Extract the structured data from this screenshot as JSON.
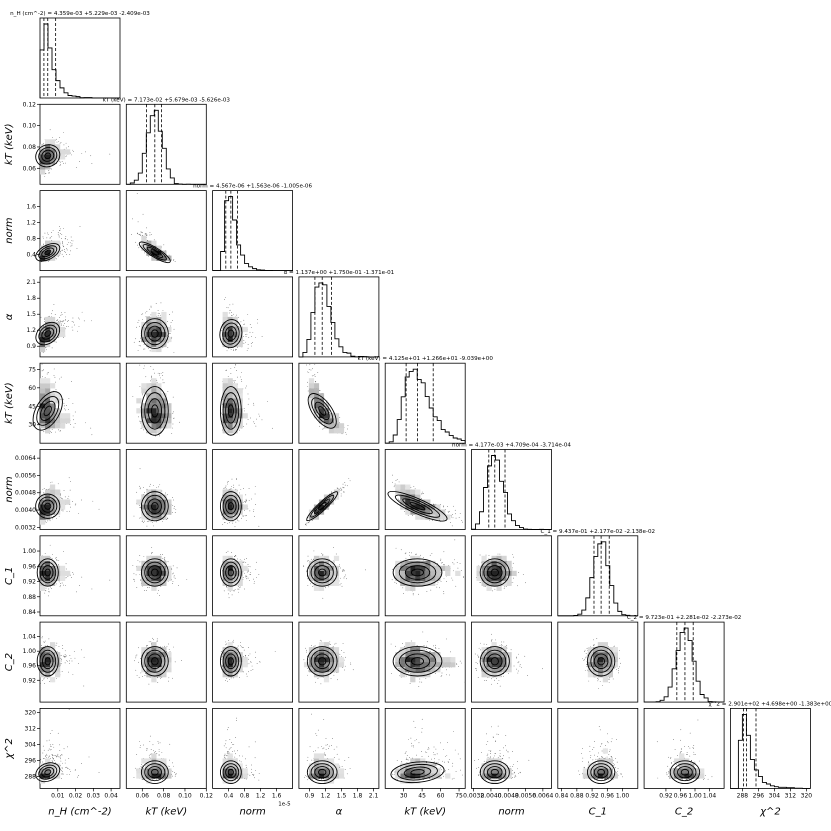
{
  "chart_data": {
    "type": "corner",
    "parameters": [
      {
        "key": "nH",
        "label": "n_H (cm^-2)",
        "lo": 0.0,
        "hi": 0.045,
        "ticks": [
          0.01,
          0.02,
          0.03,
          0.04
        ],
        "tick_labels": [
          "0.01",
          "0.02",
          "0.03",
          "0.04"
        ],
        "quantiles": [
          0.0022,
          0.004359,
          0.0088
        ],
        "median_title": "n_H (cm^-2) = 4.359e-03 +5.229e-03 -2.409e-03",
        "skew": 2.2
      },
      {
        "key": "kT1",
        "label": "kT (keV)",
        "lo": 0.045,
        "hi": 0.12,
        "ticks": [
          0.06,
          0.08,
          0.1,
          0.12
        ],
        "tick_labels": [
          "0.06",
          "0.08",
          "0.10",
          "0.12"
        ],
        "quantiles": [
          0.064,
          0.07173,
          0.078
        ],
        "median_title": "kT (keV) = 7.173e-02 +5.679e-03 -5.626e-03",
        "skew": 1.0
      },
      {
        "key": "norm1",
        "label": "norm",
        "lo": 0.0,
        "hi": 2.0,
        "ticks": [
          0.4,
          0.8,
          1.2,
          1.6
        ],
        "tick_labels": [
          "0.4",
          "0.8",
          "1.2",
          "1.6"
        ],
        "quantiles": [
          0.33,
          0.4567,
          0.62
        ],
        "median_title": "norm = 4.567e-06 +1.563e-06 -1.005e-06",
        "skew": 1.8,
        "exponent": "1e-5"
      },
      {
        "key": "alpha",
        "label": "α",
        "lo": 0.7,
        "hi": 2.2,
        "ticks": [
          0.9,
          1.2,
          1.5,
          1.8,
          2.1
        ],
        "tick_labels": [
          "0.9",
          "1.2",
          "1.5",
          "1.8",
          "2.1"
        ],
        "quantiles": [
          1.0,
          1.137,
          1.31
        ],
        "median_title": "α = 1.137e+00 +1.750e-01 -1.371e-01",
        "skew": 1.3
      },
      {
        "key": "kT2",
        "label": "kT (keV)",
        "lo": 15,
        "hi": 80,
        "ticks": [
          30,
          45,
          60,
          75
        ],
        "tick_labels": [
          "30",
          "45",
          "60",
          "75"
        ],
        "quantiles": [
          32,
          41.25,
          54
        ],
        "median_title": "kT (keV) = 4.125e+01 +1.266e+01 -9.039e+00",
        "skew": 1.6
      },
      {
        "key": "norm2",
        "label": "norm",
        "lo": 0.0031,
        "hi": 0.0068,
        "ticks": [
          0.0032,
          0.004,
          0.0048,
          0.0056,
          0.0064
        ],
        "tick_labels": [
          "0.0032",
          "0.0040",
          "0.0048",
          "0.0056",
          "0.0064"
        ],
        "quantiles": [
          0.0039,
          0.004177,
          0.00465
        ],
        "median_title": "norm = 4.177e-03 +4.709e-04 -3.714e-04",
        "skew": 1.2
      },
      {
        "key": "C1",
        "label": "C_1",
        "lo": 0.83,
        "hi": 1.04,
        "ticks": [
          0.84,
          0.88,
          0.92,
          0.96,
          1.0
        ],
        "tick_labels": [
          "0.84",
          "0.88",
          "0.92",
          "0.96",
          "1.00"
        ],
        "quantiles": [
          0.925,
          0.9437,
          0.965
        ],
        "median_title": "C_1 = 9.437e-01 +2.177e-02 -2.138e-02",
        "skew": 1.0
      },
      {
        "key": "C2",
        "label": "C_2",
        "lo": 0.86,
        "hi": 1.08,
        "ticks": [
          0.92,
          0.96,
          1.0,
          1.04
        ],
        "tick_labels": [
          "0.92",
          "0.96",
          "1.00",
          "1.04"
        ],
        "quantiles": [
          0.95,
          0.9723,
          0.995
        ],
        "median_title": "C_2 = 9.723e-01 +2.281e-02 -2.273e-02",
        "skew": 1.0
      },
      {
        "key": "chi2",
        "label": "χ^2",
        "lo": 282,
        "hi": 322,
        "ticks": [
          288,
          296,
          304,
          312,
          320
        ],
        "tick_labels": [
          "288",
          "296",
          "304",
          "312",
          "320"
        ],
        "quantiles": [
          288.5,
          290.1,
          294.8
        ],
        "median_title": "χ^2 = 2.901e+02 +4.698e+00 -1.383e+00",
        "skew": 2.5
      }
    ],
    "correlations": [
      [
        "nH",
        "kT1",
        0.35
      ],
      [
        "nH",
        "norm1",
        0.55
      ],
      [
        "nH",
        "alpha",
        0.6
      ],
      [
        "nH",
        "kT2",
        -0.25
      ],
      [
        "nH",
        "norm2",
        0.3
      ],
      [
        "nH",
        "chi2",
        0.4
      ],
      [
        "kT1",
        "norm1",
        -0.8
      ],
      [
        "norm1",
        "alpha",
        -0.1
      ],
      [
        "alpha",
        "kT2",
        -0.85
      ],
      [
        "alpha",
        "norm2",
        0.95
      ],
      [
        "kT2",
        "norm2",
        -0.75
      ],
      [
        "kT2",
        "chi2",
        0.2
      ]
    ]
  }
}
